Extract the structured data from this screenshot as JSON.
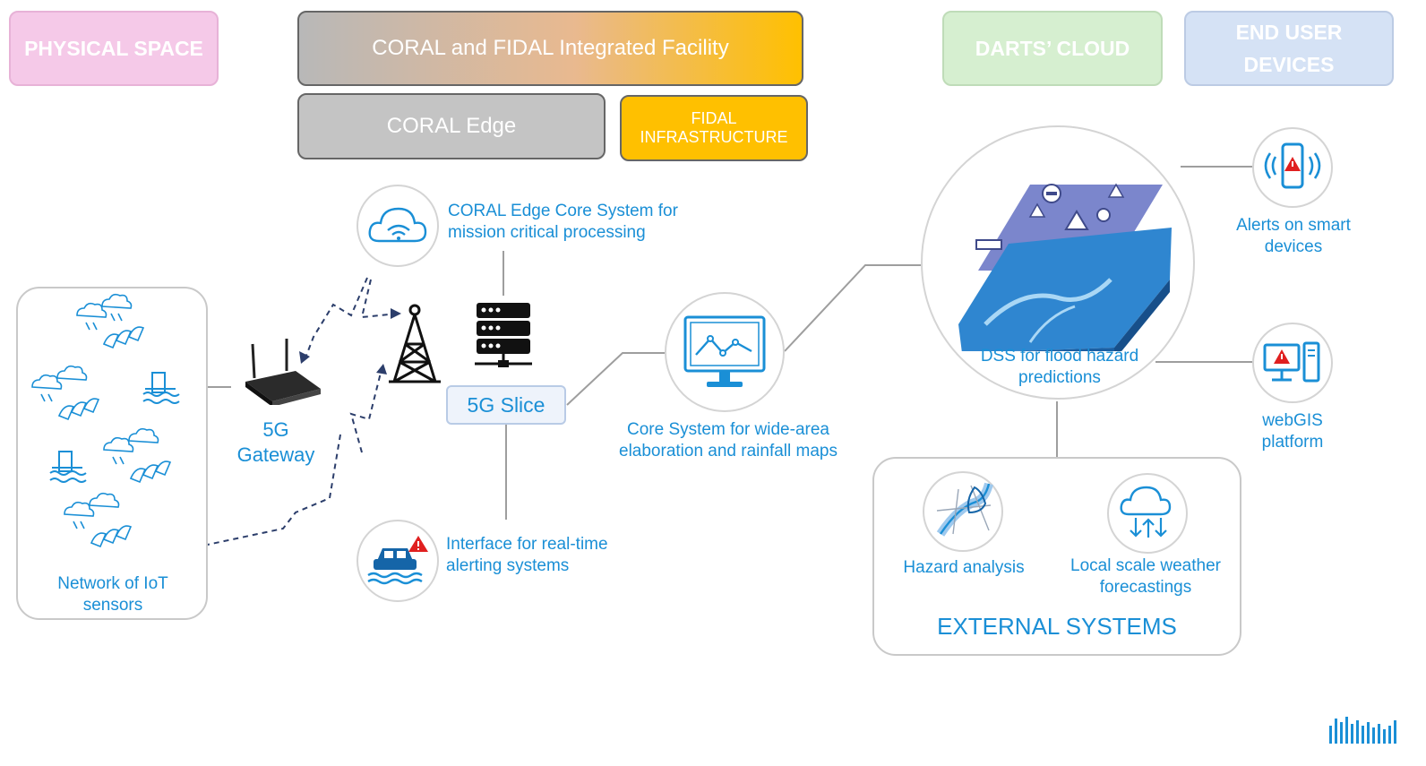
{
  "headers": {
    "physical_space": "PHYSICAL SPACE",
    "integrated_facility": "CORAL and FIDAL Integrated Facility",
    "coral_edge": "CORAL Edge",
    "fidal_infrastructure": "FIDAL INFRASTRUCTURE",
    "darts_cloud": "DARTS’ CLOUD",
    "end_user_devices": "END USER DEVICES"
  },
  "nodes": {
    "iot_network": "Network of IoT sensors",
    "gateway": "5G Gateway",
    "edge_core": "CORAL Edge Core System for mission critical processing",
    "slice": "5G Slice",
    "alerting_interface": "Interface for real-time alerting systems",
    "core_system": "Core System for wide-area elaboration and rainfall maps",
    "dss": "DSS for flood hazard predictions",
    "alerts": "Alerts on smart devices",
    "webgis": "webGIS platform",
    "hazard_analysis": "Hazard analysis",
    "weather": "Local scale weather forecastings",
    "external": "EXTERNAL SYSTEMS"
  },
  "colors": {
    "text_blue": "#1a8fd6",
    "physical_space": "#f3c6e6",
    "coral_grey": "#c4c4c4",
    "fidal_orange": "#ffc000",
    "darts_green": "#d5edcf",
    "end_user_blue": "#d4e1f4",
    "alert_red": "#e02020"
  }
}
